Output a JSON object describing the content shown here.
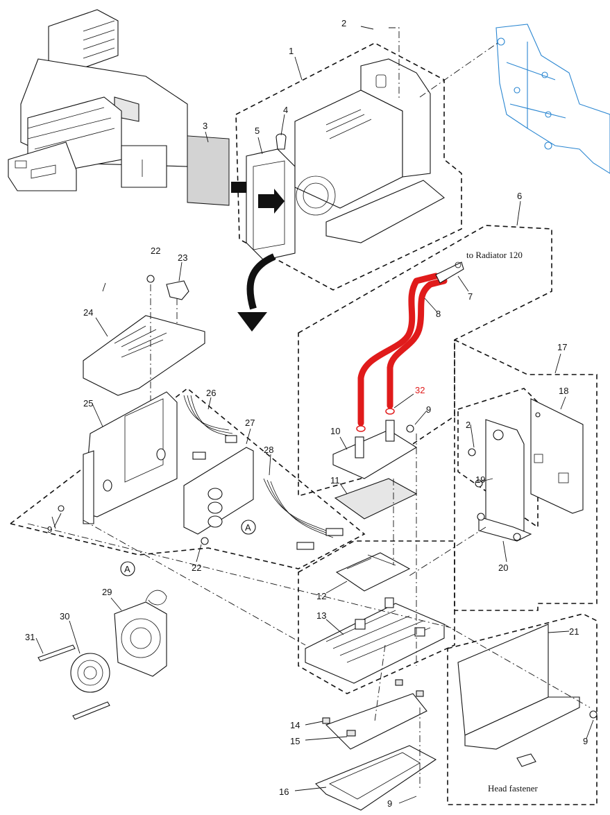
{
  "callouts": [
    {
      "id": "1",
      "text": "1"
    },
    {
      "id": "2a",
      "text": "2"
    },
    {
      "id": "2b",
      "text": "2"
    },
    {
      "id": "3",
      "text": "3"
    },
    {
      "id": "4",
      "text": "4"
    },
    {
      "id": "5",
      "text": "5"
    },
    {
      "id": "6",
      "text": "6"
    },
    {
      "id": "7",
      "text": "7"
    },
    {
      "id": "8",
      "text": "8"
    },
    {
      "id": "9a",
      "text": "9"
    },
    {
      "id": "9b",
      "text": "9"
    },
    {
      "id": "9c",
      "text": "9"
    },
    {
      "id": "9d",
      "text": "9"
    },
    {
      "id": "10",
      "text": "10"
    },
    {
      "id": "11",
      "text": "11"
    },
    {
      "id": "12",
      "text": "12"
    },
    {
      "id": "13",
      "text": "13"
    },
    {
      "id": "14",
      "text": "14"
    },
    {
      "id": "15",
      "text": "15"
    },
    {
      "id": "16",
      "text": "16"
    },
    {
      "id": "17",
      "text": "17"
    },
    {
      "id": "18",
      "text": "18"
    },
    {
      "id": "19",
      "text": "19"
    },
    {
      "id": "20",
      "text": "20"
    },
    {
      "id": "21",
      "text": "21"
    },
    {
      "id": "22a",
      "text": "22"
    },
    {
      "id": "22b",
      "text": "22"
    },
    {
      "id": "23",
      "text": "23"
    },
    {
      "id": "24",
      "text": "24"
    },
    {
      "id": "25",
      "text": "25"
    },
    {
      "id": "26",
      "text": "26"
    },
    {
      "id": "27",
      "text": "27"
    },
    {
      "id": "28",
      "text": "28"
    },
    {
      "id": "29",
      "text": "29"
    },
    {
      "id": "30",
      "text": "30"
    },
    {
      "id": "31",
      "text": "31"
    },
    {
      "id": "32",
      "text": "32"
    }
  ],
  "highlight_color": "#e01b1b",
  "reference_color": "#2a86d1",
  "notes": {
    "radiator": "to Radiator 120",
    "head_fastener": "Head fastener"
  },
  "markers": {
    "a1": "A",
    "a2": "A"
  }
}
